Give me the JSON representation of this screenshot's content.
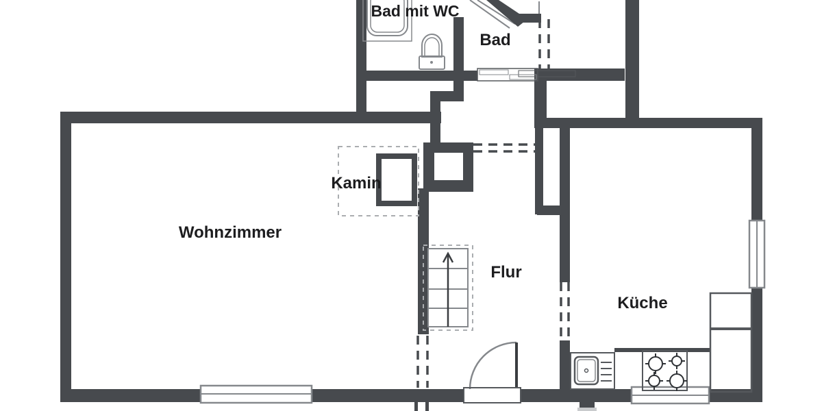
{
  "plan": {
    "colors": {
      "bg": "#ffffff",
      "wall": "#474a4e",
      "line": "#85888c",
      "fixline": "#55585c",
      "dashlight": "#aaadb0",
      "threshold": "#c9cbcd",
      "slider": "#c3c5c7",
      "text": "#1d1d1f",
      "tubfill": "#ececec"
    },
    "rooms": {
      "bad_mit_wc": {
        "label": "Bad mit WC"
      },
      "bad": {
        "label": "Bad"
      },
      "wohnzimmer": {
        "label": "Wohnzimmer"
      },
      "kamin": {
        "label": "Kamin"
      },
      "flur": {
        "label": "Flur"
      },
      "kueche": {
        "label": "Küche"
      }
    },
    "fixtures": [
      "bathtub",
      "toilet",
      "corner-shower",
      "sliding-door",
      "fireplace",
      "chimney-block",
      "staircase-up",
      "entry-door",
      "kitchen-sink",
      "stove-4-burners",
      "kitchen-counter",
      "windows"
    ]
  }
}
